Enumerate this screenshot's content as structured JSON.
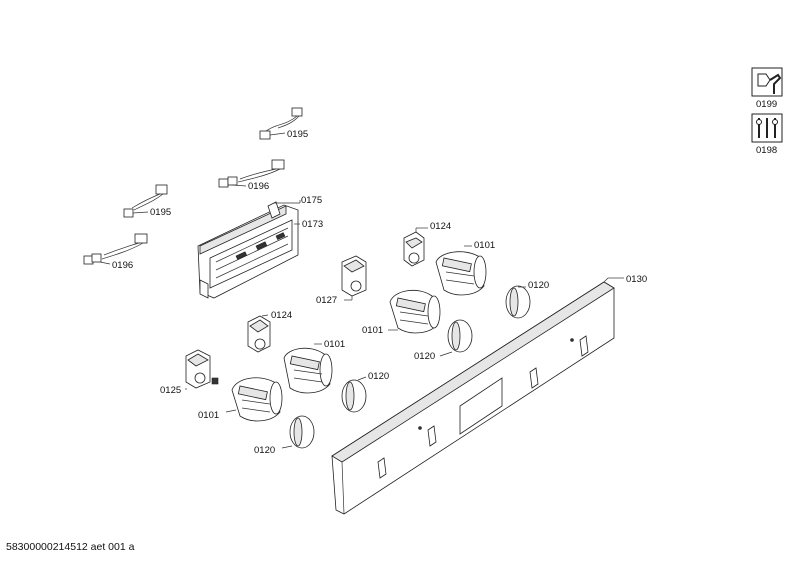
{
  "labels": {
    "cable_top": "0195",
    "cable_2": "0196",
    "cable_3": "0195",
    "cable_4": "0196",
    "housing_a": "0175",
    "housing_b": "0173",
    "bracket_mid": "0124",
    "switch_mid": "0101",
    "bracket_mid2": "0127",
    "switch_mid2": "0101",
    "knob_mid_a": "0120",
    "knob_mid_b": "0120",
    "panel": "0130",
    "bracket_low": "0124",
    "switch_low": "0101",
    "knob_low_a": "0120",
    "bracket_low2": "0125",
    "switch_low2": "0101",
    "knob_low_b": "0120"
  },
  "tools": {
    "tool_1_label": "0199",
    "tool_2_label": "0198",
    "tool_1_icon": "wrench-icon",
    "tool_2_icon": "screwdriver-set-icon"
  },
  "footer": {
    "code": "58300000214512 aet 001 a"
  }
}
